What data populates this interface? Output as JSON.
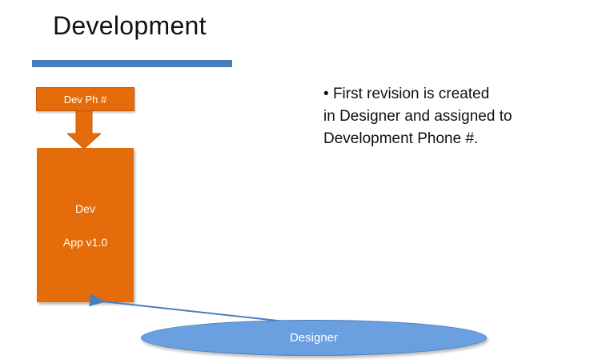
{
  "slide": {
    "title": "Development"
  },
  "diagram": {
    "phone_label": "Dev Ph #",
    "app_name": "Dev",
    "app_version": "App v1.0",
    "designer_label": "Designer"
  },
  "bullet": {
    "marker": "•",
    "lines": [
      "First revision is created",
      "in Designer and assigned to",
      "Development Phone #."
    ]
  },
  "colors": {
    "orange": "#e46c0a",
    "blue": "#4a7ebb",
    "ellipse": "#6a9fe0"
  }
}
